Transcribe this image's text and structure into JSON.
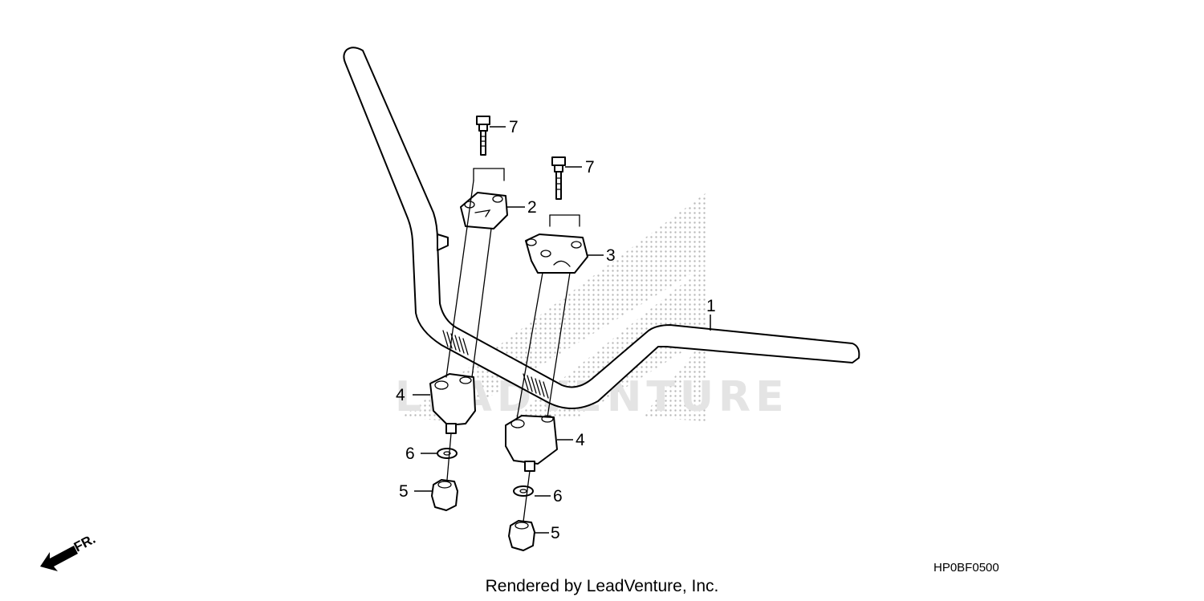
{
  "diagram": {
    "callouts": [
      {
        "id": "handlebar",
        "label": "1"
      },
      {
        "id": "upper-holder-a",
        "label": "2"
      },
      {
        "id": "upper-holder-b",
        "label": "3"
      },
      {
        "id": "lower-holder-left",
        "label": "4"
      },
      {
        "id": "lower-holder-right",
        "label": "4"
      },
      {
        "id": "nut-left",
        "label": "5"
      },
      {
        "id": "nut-right",
        "label": "5"
      },
      {
        "id": "washer-left",
        "label": "6"
      },
      {
        "id": "washer-right",
        "label": "6"
      },
      {
        "id": "bolt-left",
        "label": "7"
      },
      {
        "id": "bolt-right",
        "label": "7"
      }
    ],
    "diagram_code": "HP0BF0500",
    "front_indicator": "FR.",
    "watermark_text": "LEADVENTURE",
    "footer": "Rendered by LeadVenture, Inc."
  },
  "colors": {
    "line": "#000000",
    "background": "#ffffff",
    "watermark": "#e4e4e4"
  }
}
